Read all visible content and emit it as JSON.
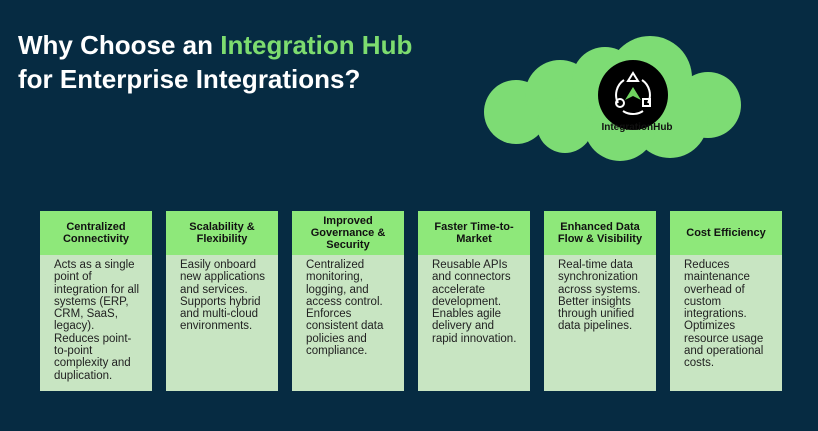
{
  "title": {
    "line1_pre": "Why Choose an ",
    "line1_highlight": "Integration Hub",
    "line2": "for Enterprise Integrations?"
  },
  "logo": {
    "label": "IntegrationHub"
  },
  "colors": {
    "background": "#062b42",
    "accent": "#7ddc6f",
    "card_header": "#8ee87a",
    "card_body": "#c8e5c2"
  },
  "cards": [
    {
      "title": "Centralized Connectivity",
      "body": "Acts as a single point of integration for all systems (ERP, CRM, SaaS, legacy). Reduces point-to-point complexity and duplication."
    },
    {
      "title": "Scalability & Flexibility",
      "body": "Easily onboard new applications and services. Supports hybrid and multi-cloud environments."
    },
    {
      "title": "Improved Governance & Security",
      "body": "Centralized monitoring, logging, and access control. Enforces consistent data policies and compliance."
    },
    {
      "title": "Faster Time-to-Market",
      "body": "Reusable APIs and connectors accelerate development. Enables agile delivery and rapid innovation."
    },
    {
      "title": "Enhanced Data Flow & Visibility",
      "body": "Real-time data synchronization across systems. Better insights through unified data pipelines."
    },
    {
      "title": "Cost Efficiency",
      "body": "Reduces maintenance overhead of custom integrations. Optimizes resource usage and operational costs."
    }
  ]
}
